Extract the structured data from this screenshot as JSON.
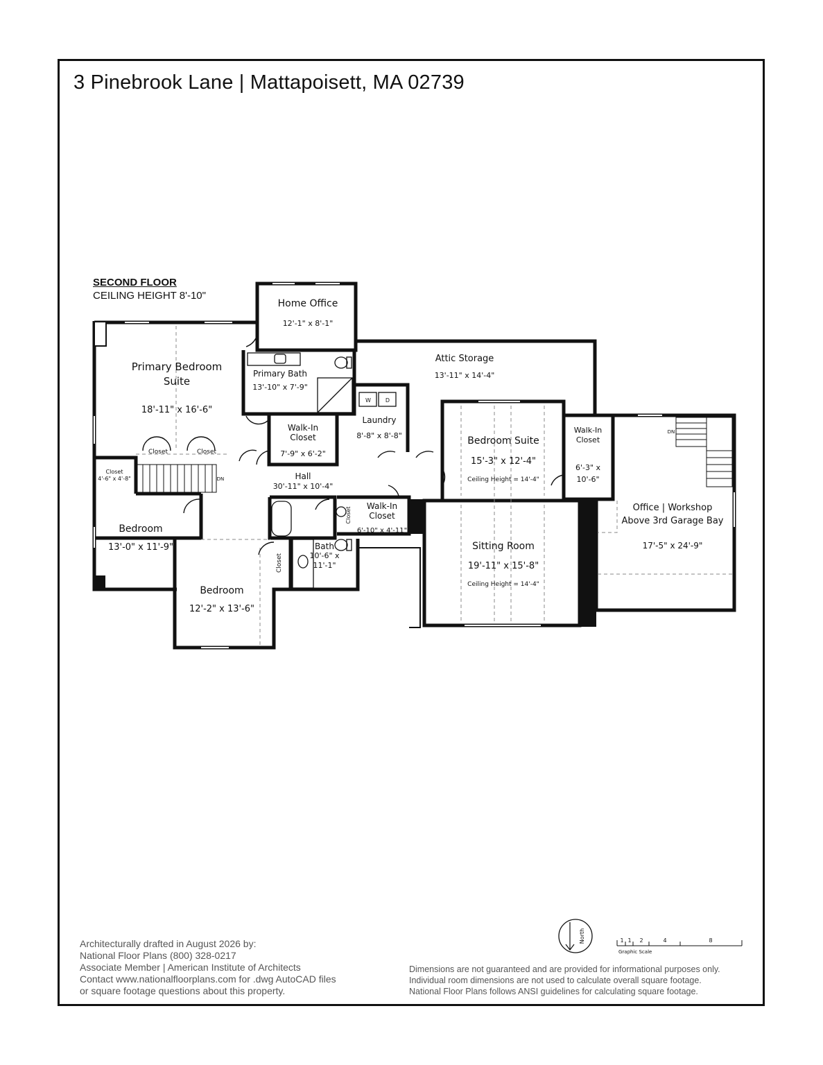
{
  "title": "3 Pinebrook Lane | Mattapoisett, MA 02739",
  "floor": {
    "heading": "SECOND FLOOR",
    "ceiling": "CEILING HEIGHT 8'-10\""
  },
  "rooms": {
    "home_office": {
      "name": "Home Office",
      "dim": "12'-1\" x 8'-1\""
    },
    "primary_bedroom": {
      "name1": "Primary Bedroom",
      "name2": "Suite",
      "dim": "18'-11\" x 16'-6\""
    },
    "primary_bath": {
      "name": "Primary Bath",
      "dim": "13'-10\" x 7'-9\""
    },
    "attic_storage": {
      "name": "Attic Storage",
      "dim": "13'-11\" x 14'-4\""
    },
    "laundry": {
      "name": "Laundry",
      "dim": "8'-8\" x 8'-8\"",
      "washer": "W",
      "dryer": "D"
    },
    "walkin_closet_primary": {
      "name1": "Walk-In",
      "name2": "Closet",
      "dim": "7'-9\" x 6'-2\""
    },
    "closet_a": {
      "name": "Closet"
    },
    "closet_b": {
      "name": "Closet"
    },
    "closet_small": {
      "name": "Closet",
      "dim": "4'-6\" x 4'-8\""
    },
    "stairs_dn_left": "DN",
    "hall": {
      "name": "Hall",
      "dim": "30'-11\" x 10'-4\""
    },
    "bedroom_1": {
      "name": "Bedroom",
      "dim": "13'-0\" x 11'-9\""
    },
    "bedroom_2": {
      "name": "Bedroom",
      "dim": "12'-2\" x 13'-6\""
    },
    "closet_bedroom2": {
      "name": "Closet"
    },
    "closet_hall": {
      "name": "Closet"
    },
    "bath": {
      "name": "Bath",
      "dim1": "10'-6\" x",
      "dim2": "11'-1\""
    },
    "walkin_closet_hall": {
      "name1": "Walk-In",
      "name2": "Closet",
      "dim": "6'-10\" x 4'-11\""
    },
    "bedroom_suite": {
      "name": "Bedroom Suite",
      "dim": "15'-3\" x 12'-4\"",
      "ceiling": "Ceiling Height = 14'-4\""
    },
    "sitting_room": {
      "name": "Sitting Room",
      "dim": "19'-11\" x 15'-8\"",
      "ceiling": "Ceiling Height = 14'-4\""
    },
    "walkin_closet_suite": {
      "name1": "Walk-In",
      "name2": "Closet",
      "dim1": "6'-3\" x",
      "dim2": "10'-6\""
    },
    "office_workshop": {
      "name1": "Office | Workshop",
      "name2": "Above 3rd Garage Bay",
      "dim": "17'-5\" x 24'-9\""
    },
    "stairs_dn_right": "DN"
  },
  "compass": {
    "label": "North"
  },
  "scale": {
    "ticks": [
      "1",
      "1",
      "2",
      "4",
      "8"
    ],
    "label": "Graphic Scale"
  },
  "footer_left": [
    "Architecturally drafted in August 2026 by:",
    "National Floor Plans   (800) 328-0217",
    "Associate Member | American Institute of Architects",
    "Contact www.nationalfloorplans.com for .dwg AutoCAD files",
    "or square footage questions about this property."
  ],
  "footer_right": [
    "Dimensions are not guaranteed and are provided for informational purposes only.",
    "Individual room dimensions are not used to calculate overall square footage.",
    "National Floor Plans follows ANSI guidelines for calculating square footage."
  ],
  "colors": {
    "wall": "#111111",
    "text": "#111111",
    "footer_text": "#555555",
    "dashed": "#888888"
  }
}
